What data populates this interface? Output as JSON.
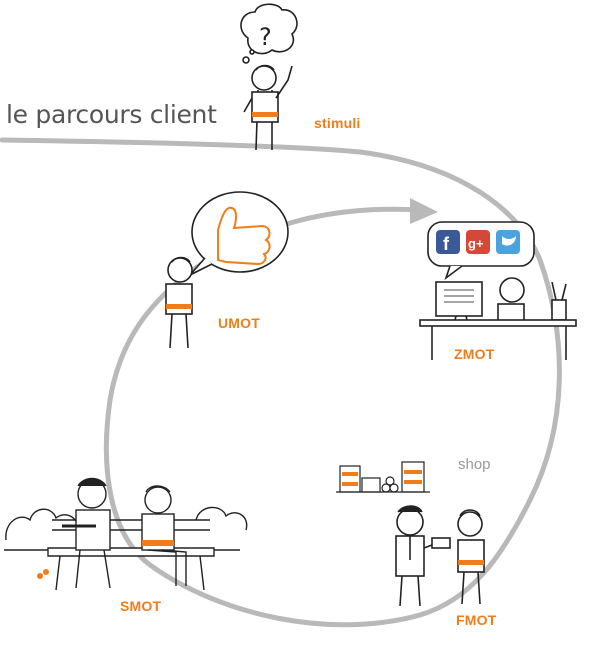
{
  "title": "le parcours client",
  "stages": {
    "stimuli": "stimuli",
    "umot": "UMOT",
    "zmot": "ZMOT",
    "smot": "SMOT",
    "fmot": "FMOT"
  },
  "shop_label": "shop",
  "colors": {
    "accent": "#f07d1a",
    "path": "#b9b9b9",
    "line": "#222222"
  },
  "icons": [
    "question-mark-icon",
    "thumbs-up-icon",
    "facebook-icon",
    "google-plus-icon",
    "twitter-icon"
  ]
}
